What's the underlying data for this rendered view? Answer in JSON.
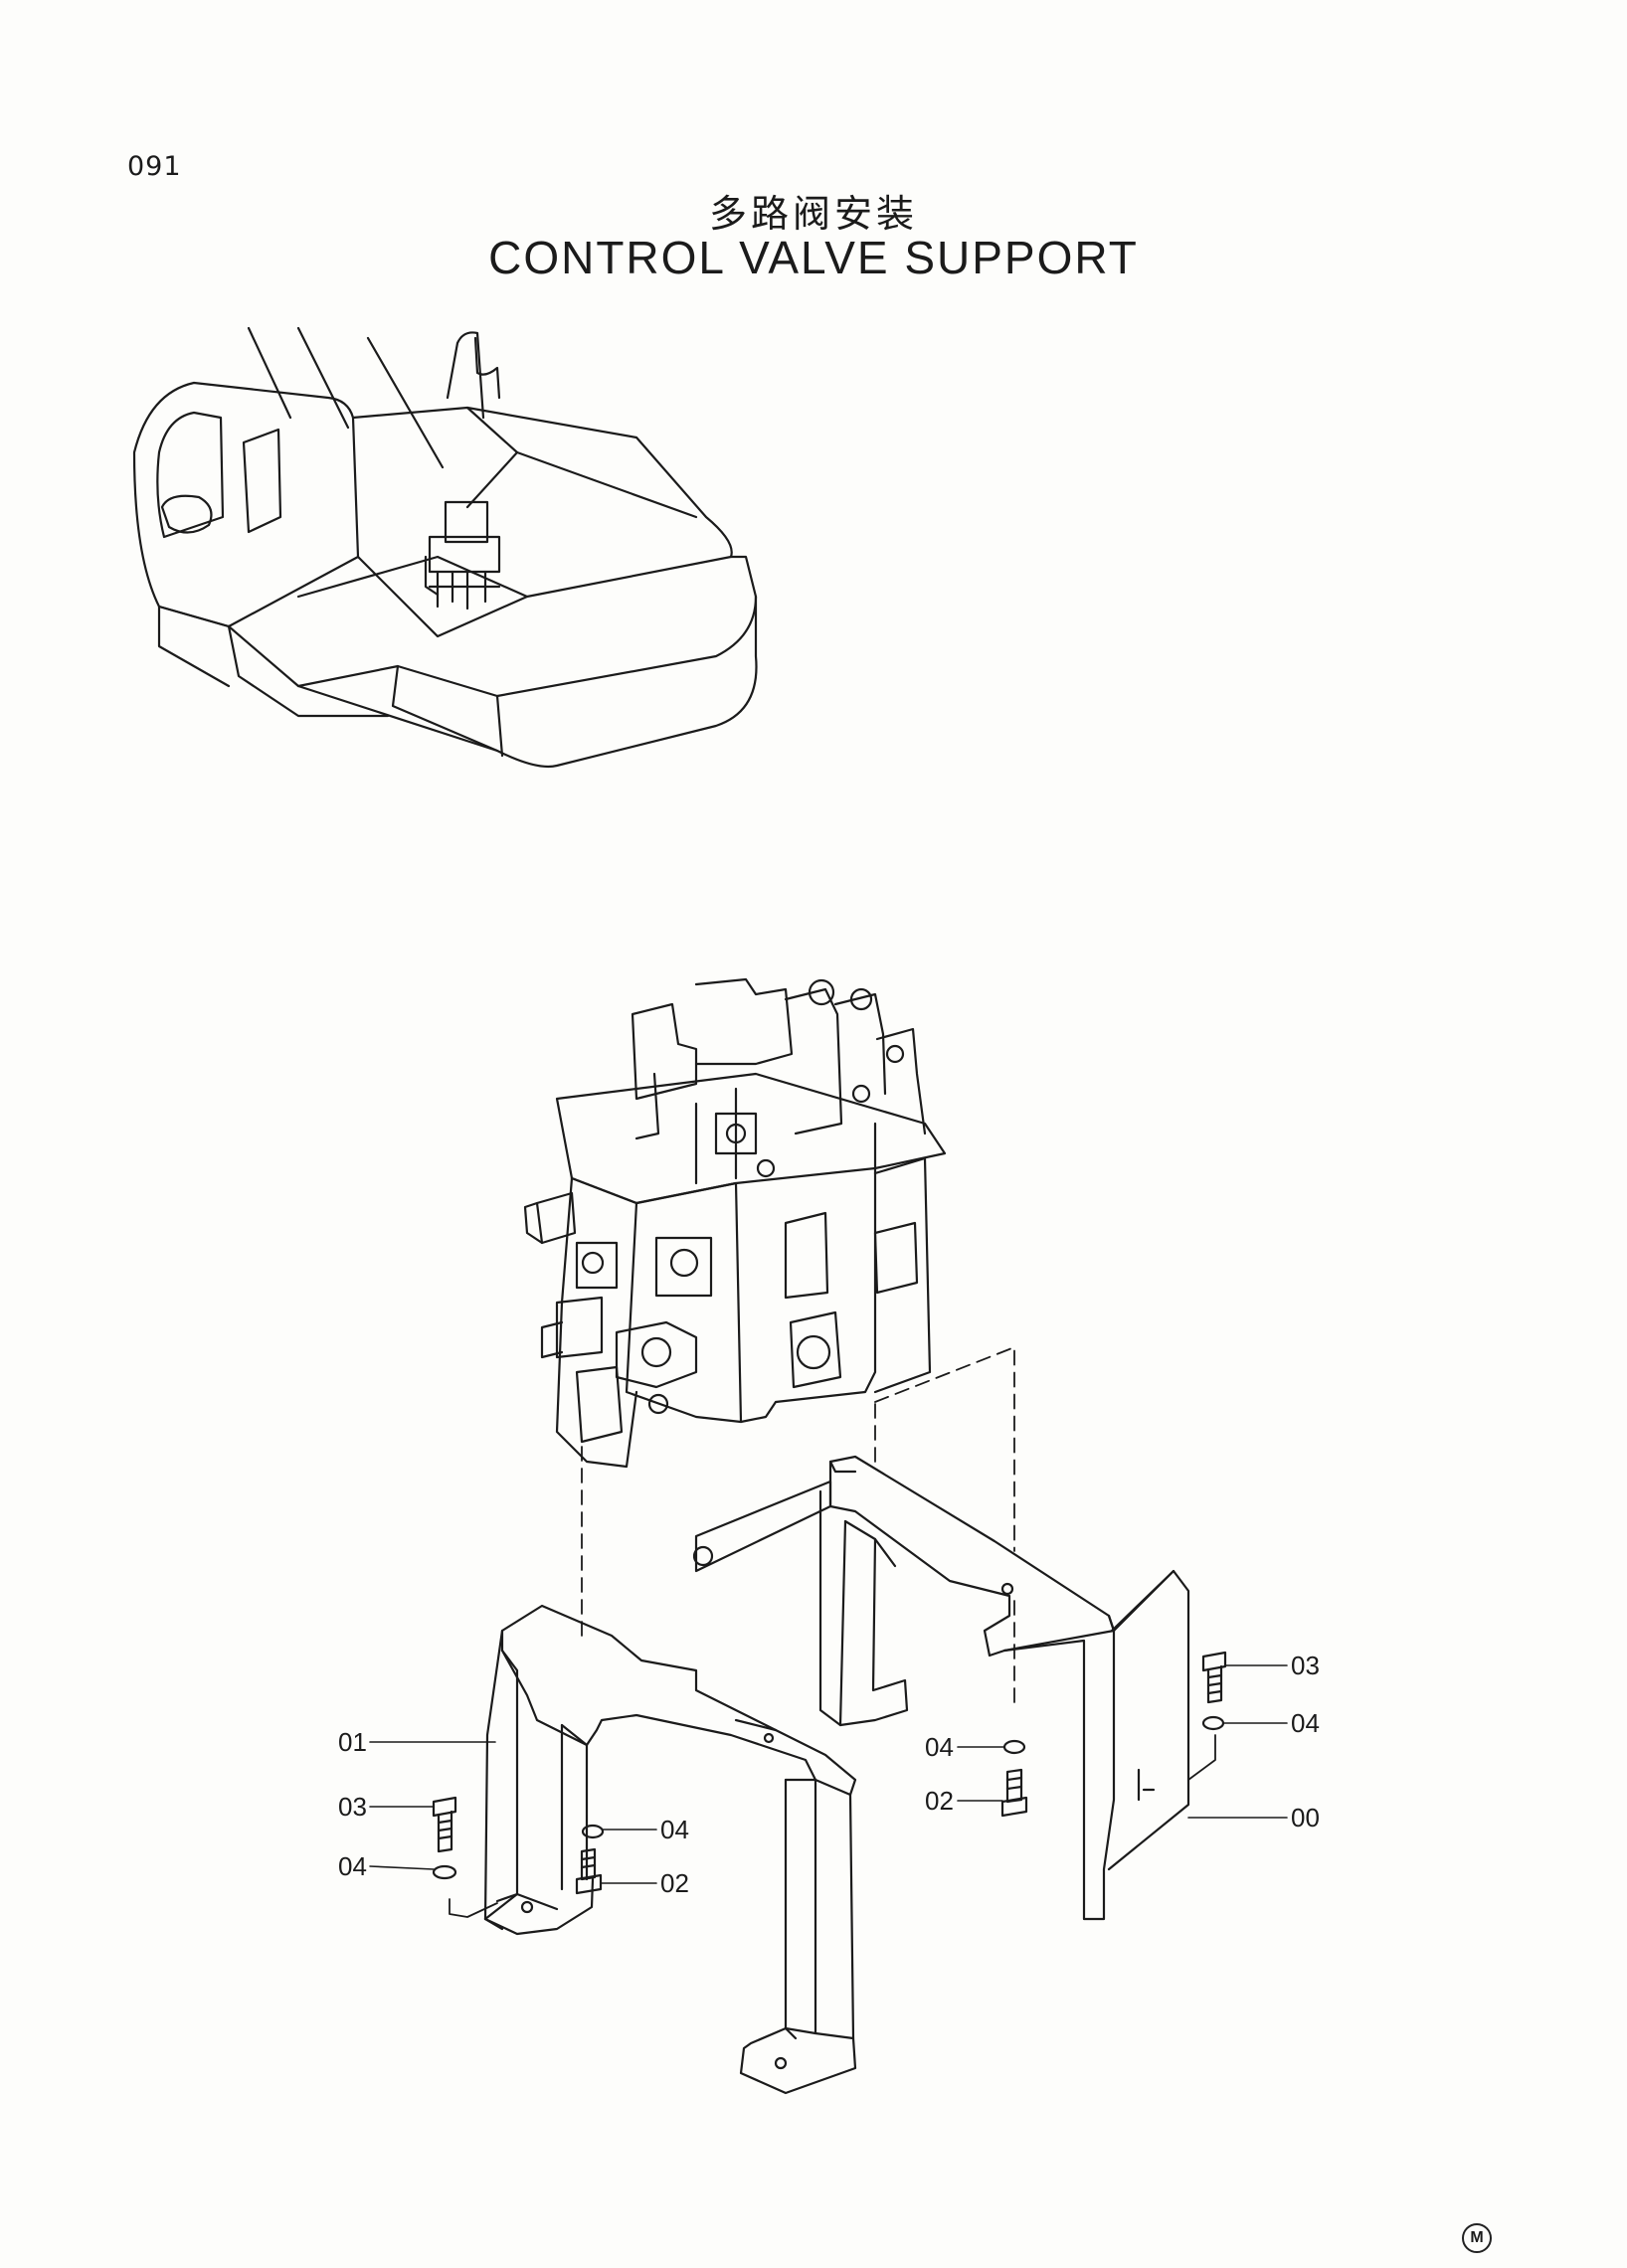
{
  "header": {
    "page_number": "091",
    "title_cn": "多路阀安装",
    "title_en": "CONTROL VALVE SUPPORT"
  },
  "callouts": {
    "c01": "01",
    "c03_left": "03",
    "c04_left": "04",
    "c04_mid": "04",
    "c02_mid": "02",
    "c04_center": "04",
    "c02_center": "02",
    "c03_right": "03",
    "c04_right": "04",
    "c00": "00"
  },
  "footer": {
    "mark": "M"
  }
}
